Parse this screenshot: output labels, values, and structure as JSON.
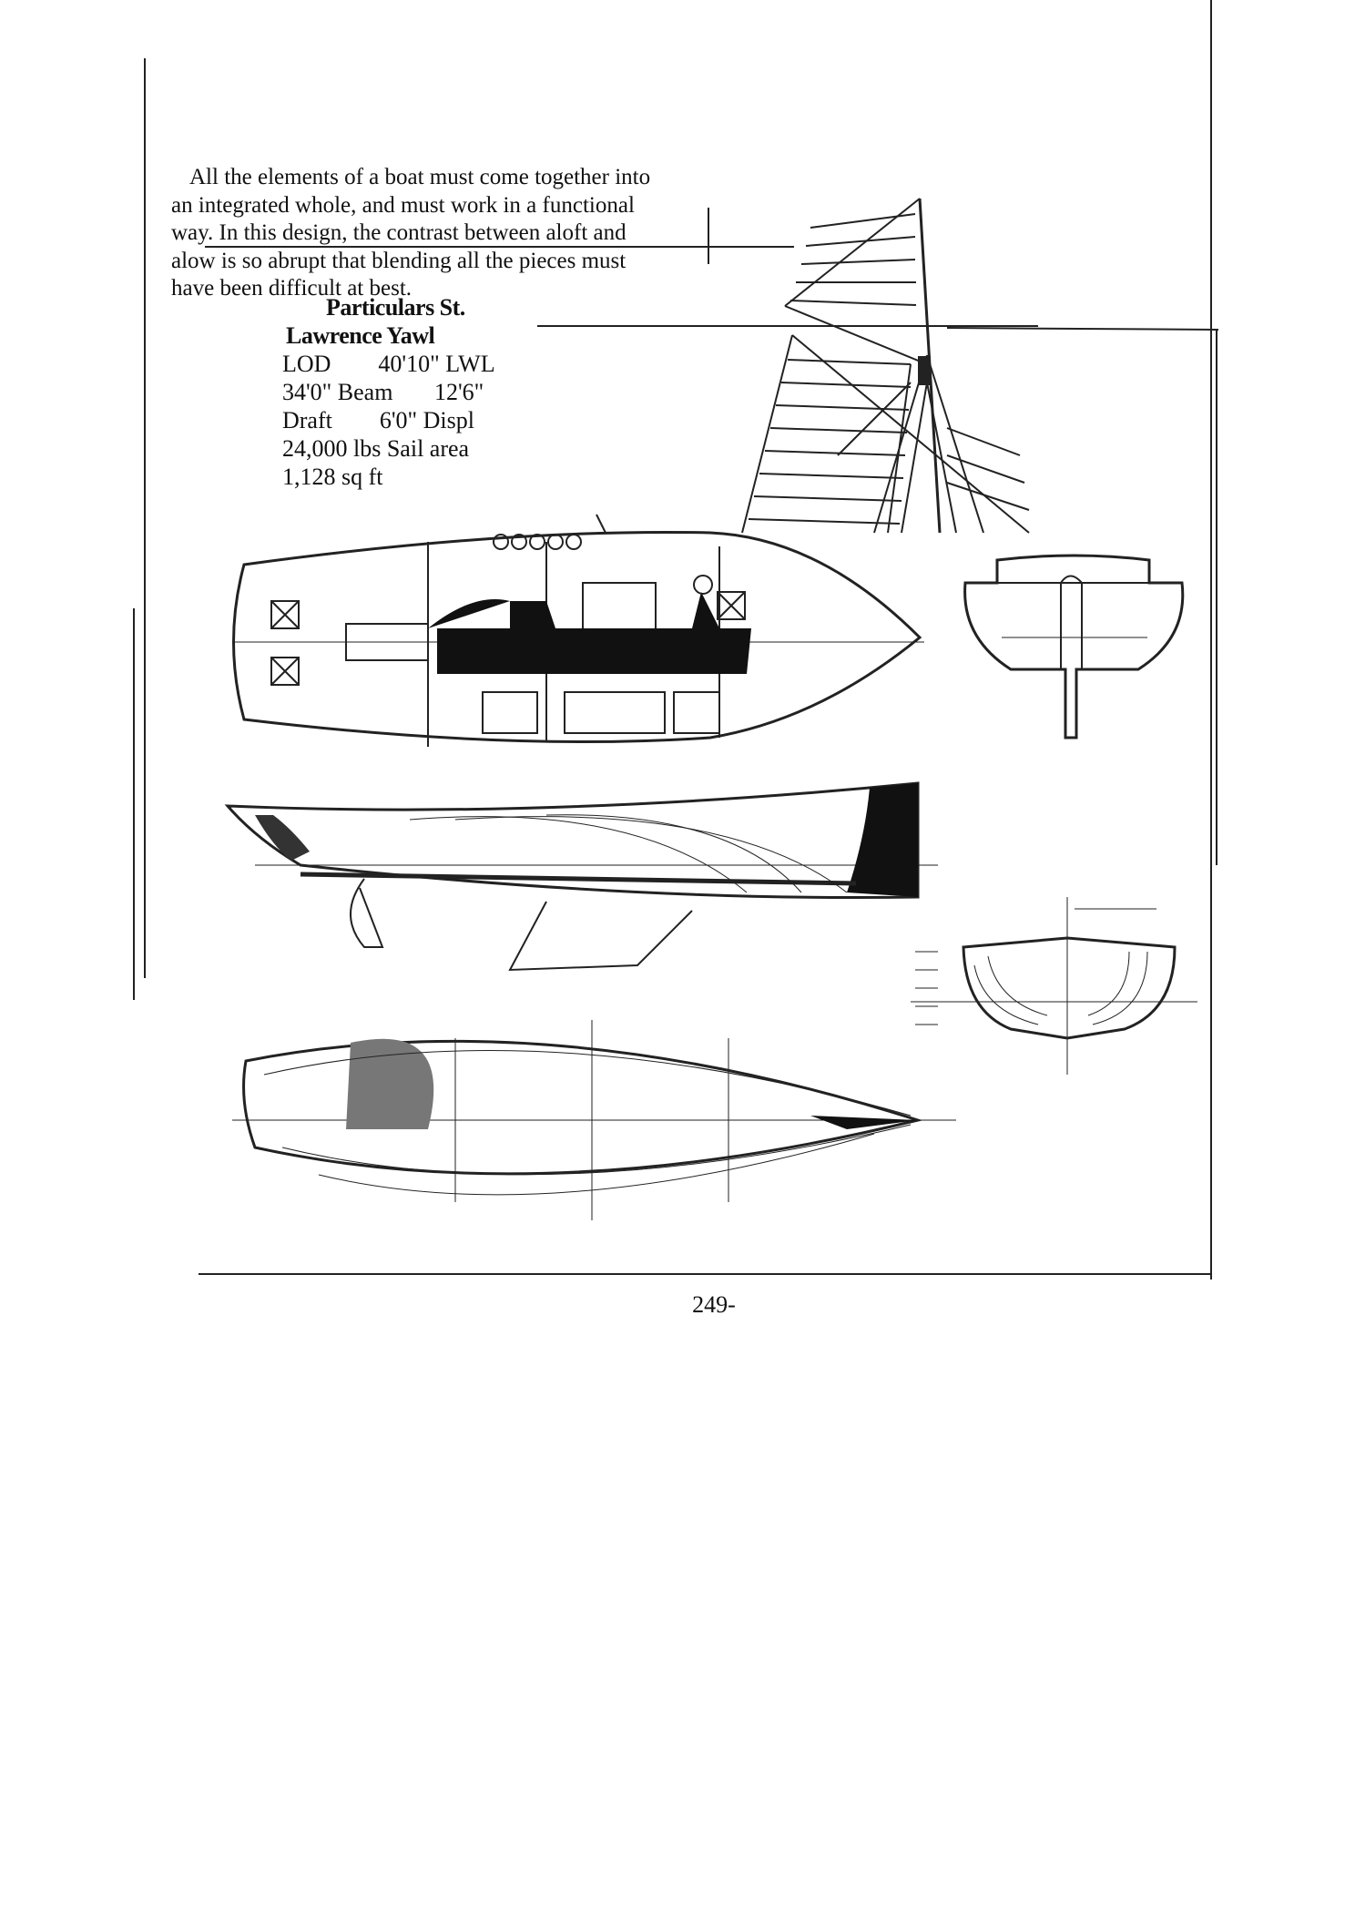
{
  "paragraph": {
    "lines": [
      "All the elements of a boat must come together into",
      "an integrated whole, and must work in a functional",
      "way. In this design, the contrast between aloft and",
      "alow is so abrupt that blending all the pieces must",
      "have been difficult at best."
    ]
  },
  "particulars": {
    "heading_line1": "Particulars St.",
    "heading_line2": "Lawrence Yawl",
    "spec_lines": [
      "LOD        40'10\" LWL",
      "34'0\" Beam       12'6\"",
      "Draft        6'0\" Displ",
      "24,000 lbs Sail area",
      "1,128 sq ft"
    ]
  },
  "page_number": "249-"
}
